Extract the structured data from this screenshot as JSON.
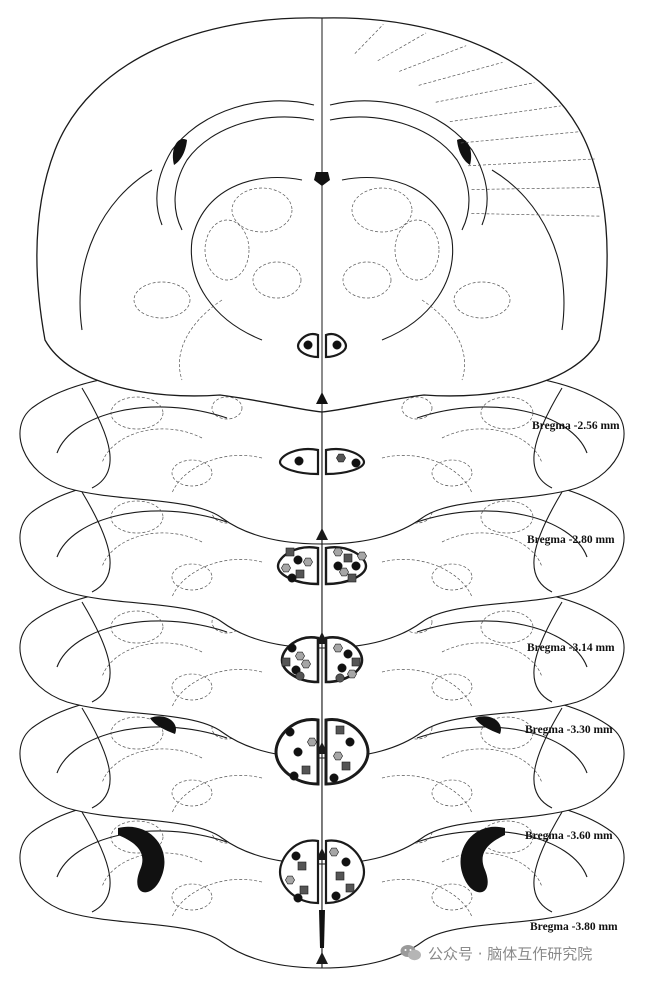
{
  "labels": {
    "bregma": [
      "Bregma -2.56 mm",
      "Bregma -2.80 mm",
      "Bregma -3.14 mm",
      "Bregma -3.30 mm",
      "Bregma -3.60 mm",
      "Bregma -3.80 mm"
    ]
  },
  "watermark": {
    "text": "公众号 · 脑体互作研究院"
  },
  "colors": {
    "outline": "#1a1a1a",
    "dashed": "#555555",
    "marker_black": "#111111",
    "marker_dark_gray": "#555555",
    "marker_light_gray": "#a6a6a6"
  }
}
